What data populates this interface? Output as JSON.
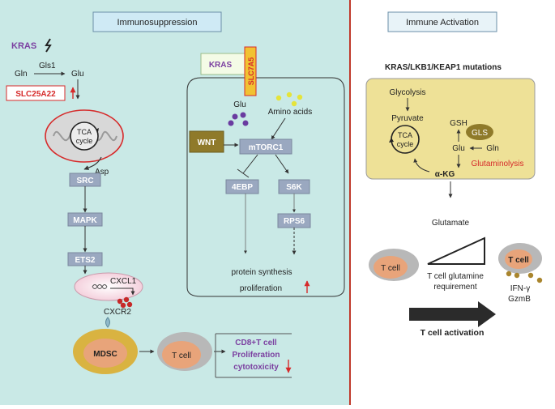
{
  "panels": {
    "left_title": "Immunosuppression",
    "right_title": "Immune Activation"
  },
  "left": {
    "kras": "KRAS",
    "gln": "Gln",
    "gls1": "Gls1",
    "glu": "Glu",
    "slc25a22": "SLC25A22",
    "tca_line1": "TCA",
    "tca_line2": "cycle",
    "asp": "Asp",
    "src": "SRC",
    "mapk": "MAPK",
    "ets2": "ETS2",
    "cxcl1": "CXCL1",
    "cxcr2": "CXCR2",
    "mdsc": "MDSC",
    "tcell": "T cell",
    "result_line1": "CD8+T cell",
    "result_line2": "Proliferation",
    "result_line3": "cytotoxicity"
  },
  "middle": {
    "kras": "KRAS",
    "slc7a5": "SLC7A5",
    "glu": "Glu",
    "amino_acids": "Amino acids",
    "wnt": "WNT",
    "mtorc1": "mTORC1",
    "ebp4": "4EBP",
    "s6k": "S6K",
    "rps6": "RPS6",
    "protein_synthesis": "protein synthesis",
    "proliferation": "proliferation"
  },
  "right": {
    "mutations": "KRAS/LKB1/KEAP1 mutations",
    "glycolysis": "Glycolysis",
    "pyruvate": "Pyruvate",
    "tca_line1": "TCA",
    "tca_line2": "cycle",
    "gsh": "GSH",
    "gls": "GLS",
    "glu": "Glu",
    "gln": "Gln",
    "glutaminolysis": "Glutaminolysis",
    "akg": "α-KG",
    "glutamate": "Glutamate",
    "tcell_left": "T cell",
    "tcell_right": "T cell",
    "requirement_line1": "T cell glutamine",
    "requirement_line2": "requirement",
    "ifng": "IFN-γ",
    "gzmb": "GzmB",
    "activation": "T cell activation"
  },
  "colors": {
    "left_bg": "#c9e9e6",
    "right_bg": "#ffffff",
    "yellow_box": "#eee197",
    "divider": "#c0392b",
    "protein_box": "#9aa8c0",
    "wnt_box": "#8f7a2a",
    "kras_purple": "#7b3fa0",
    "red_text": "#d62a2a",
    "cell_orange": "#e8a47a",
    "cell_gray": "#b8b8b8",
    "mdsc_gold": "#d9b341"
  }
}
